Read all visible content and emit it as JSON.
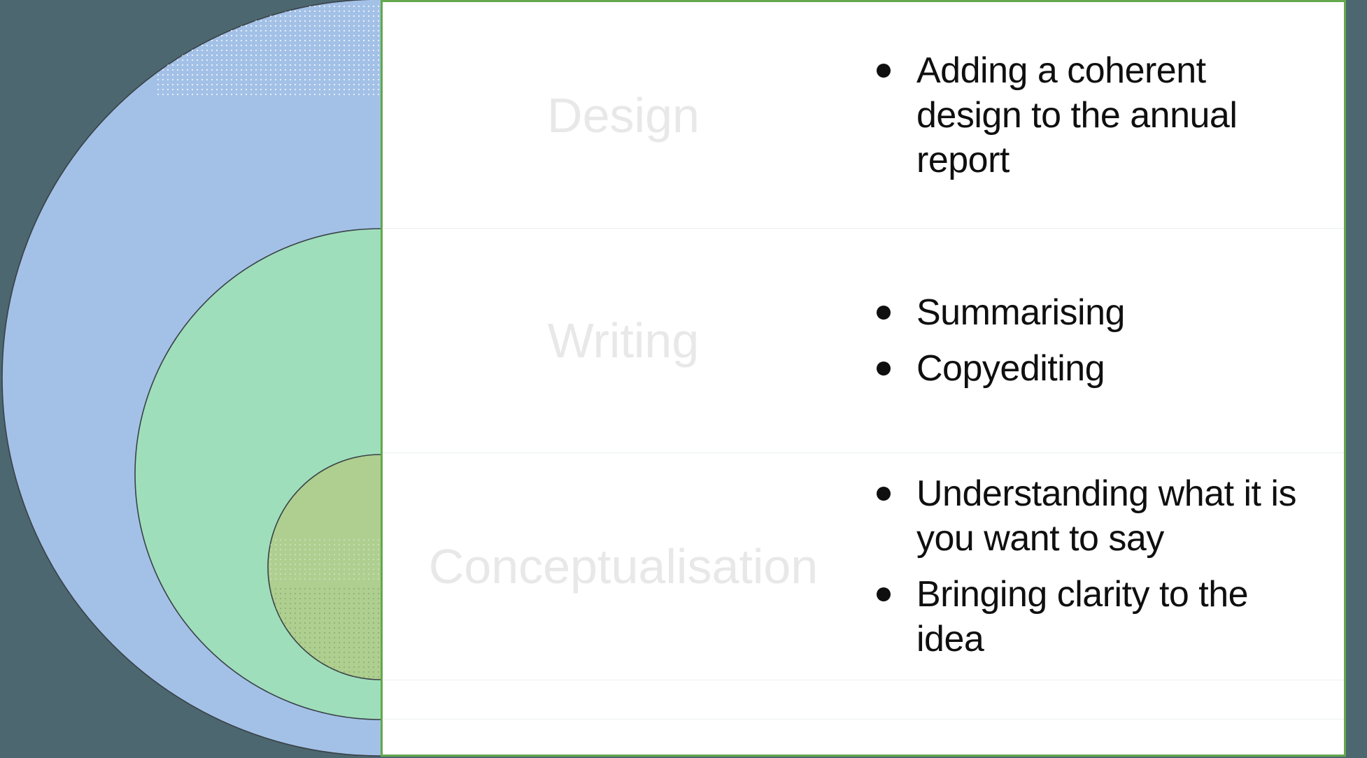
{
  "diagram": {
    "type": "nested-circles",
    "rows": [
      {
        "label": "Design",
        "circle": "outer-blue",
        "bullets": [
          "Adding a coherent\ndesign to the annual\nreport"
        ]
      },
      {
        "label": "Writing",
        "circle": "middle-green",
        "bullets": [
          "Summarising",
          "Copyediting"
        ]
      },
      {
        "label": "Conceptualisation",
        "circle": "inner-olive",
        "bullets": [
          "Understanding what it is\nyou want to say",
          "Bringing clarity to the\nidea"
        ]
      }
    ]
  },
  "colors": {
    "bg-dark": "#4c6770",
    "panel-bg": "#ffffff",
    "border-green": "#63a84c",
    "divider": "#e9f1ee",
    "label-gray": "#e8e8e8",
    "text-dark": "#0f0f0f",
    "circle-blue": "#a3c1e7",
    "circle-green": "#9fdebb",
    "circle-olive": "#aecf90",
    "outline": "#3a4147"
  }
}
